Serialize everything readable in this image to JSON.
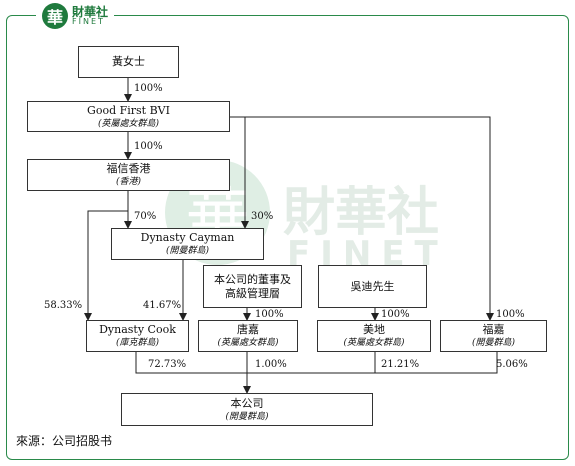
{
  "logo": {
    "badge": "華",
    "name_cn": "財華社",
    "name_en": "FINET"
  },
  "watermark": {
    "badge": "華",
    "name_cn": "財華社",
    "name_en": "FINET"
  },
  "nodes": {
    "ms_huang": {
      "name": "黃女士"
    },
    "good_first": {
      "name": "Good First BVI",
      "sub": "(英屬處女群島)"
    },
    "fuxin_hk": {
      "name": "福信香港",
      "sub": "(香港)"
    },
    "dynasty_cayman": {
      "name": "Dynasty Cayman",
      "sub": "(開曼群島)"
    },
    "directors": {
      "name_line1": "本公司的董事及",
      "name_line2": "高級管理層"
    },
    "mr_wu": {
      "name": "吳迪先生"
    },
    "dynasty_cook": {
      "name": "Dynasty Cook",
      "sub": "(庫克群島)"
    },
    "tangjia": {
      "name": "唐嘉",
      "sub": "(英屬處女群島)"
    },
    "meidi": {
      "name": "美地",
      "sub": "(英屬處女群島)"
    },
    "fujia": {
      "name": "福嘉",
      "sub": "(開曼群島)"
    },
    "company": {
      "name": "本公司",
      "sub": "(開曼群島)"
    }
  },
  "percentages": {
    "huang_to_goodfirst": "100%",
    "goodfirst_to_fuxin": "100%",
    "fuxin_to_cayman": "70%",
    "goodfirst_to_cayman": "30%",
    "fuxin_to_cook": "58.33%",
    "cayman_to_cook": "41.67%",
    "directors_to_tangjia": "100%",
    "wu_to_meidi": "100%",
    "goodfirst_to_fujia": "100%",
    "cook_to_company": "72.73%",
    "tangjia_to_company": "1.00%",
    "meidi_to_company": "21.21%",
    "fujia_to_company": "5.06%"
  },
  "source": "來源：公司招股书"
}
